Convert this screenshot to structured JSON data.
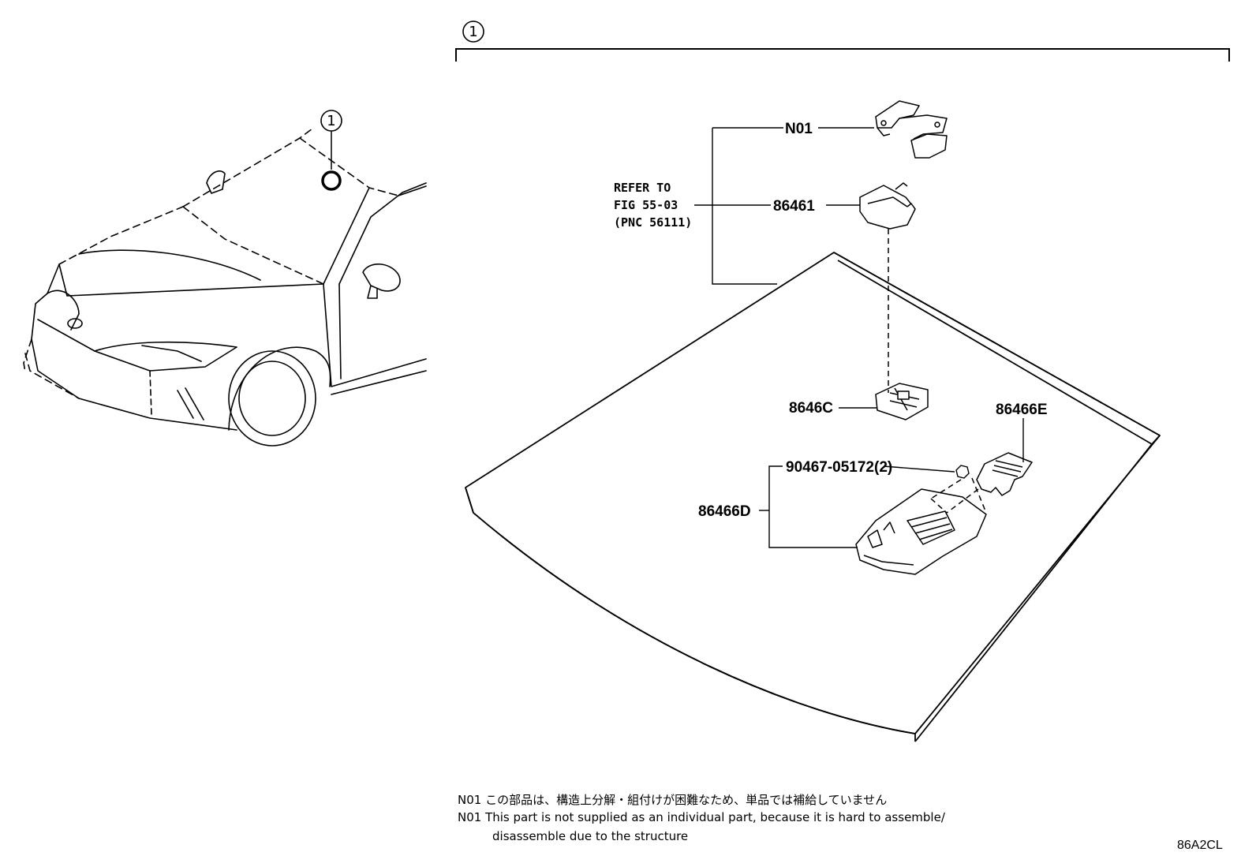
{
  "callouts": {
    "group_top": "1",
    "group_car": "1"
  },
  "parts": {
    "n01": "N01",
    "p86461": "86461",
    "p8646c": "8646C",
    "p86466e": "86466E",
    "p9046705172": "90467-05172(2)",
    "p86466d": "86466D"
  },
  "refer": {
    "line1": "REFER TO",
    "line2": "FIG 55-03",
    "line3": "(PNC 56111)"
  },
  "notes": {
    "jp_code": "N01",
    "jp_text": "この部品は、構造上分解・組付けが困難なため、単品では補給していません",
    "en_code": "N01",
    "en_text_1": "This part is not supplied as an individual part, because it is hard to assemble/",
    "en_text_2": "disassemble due to the structure"
  },
  "figure_code": "86A2CL"
}
